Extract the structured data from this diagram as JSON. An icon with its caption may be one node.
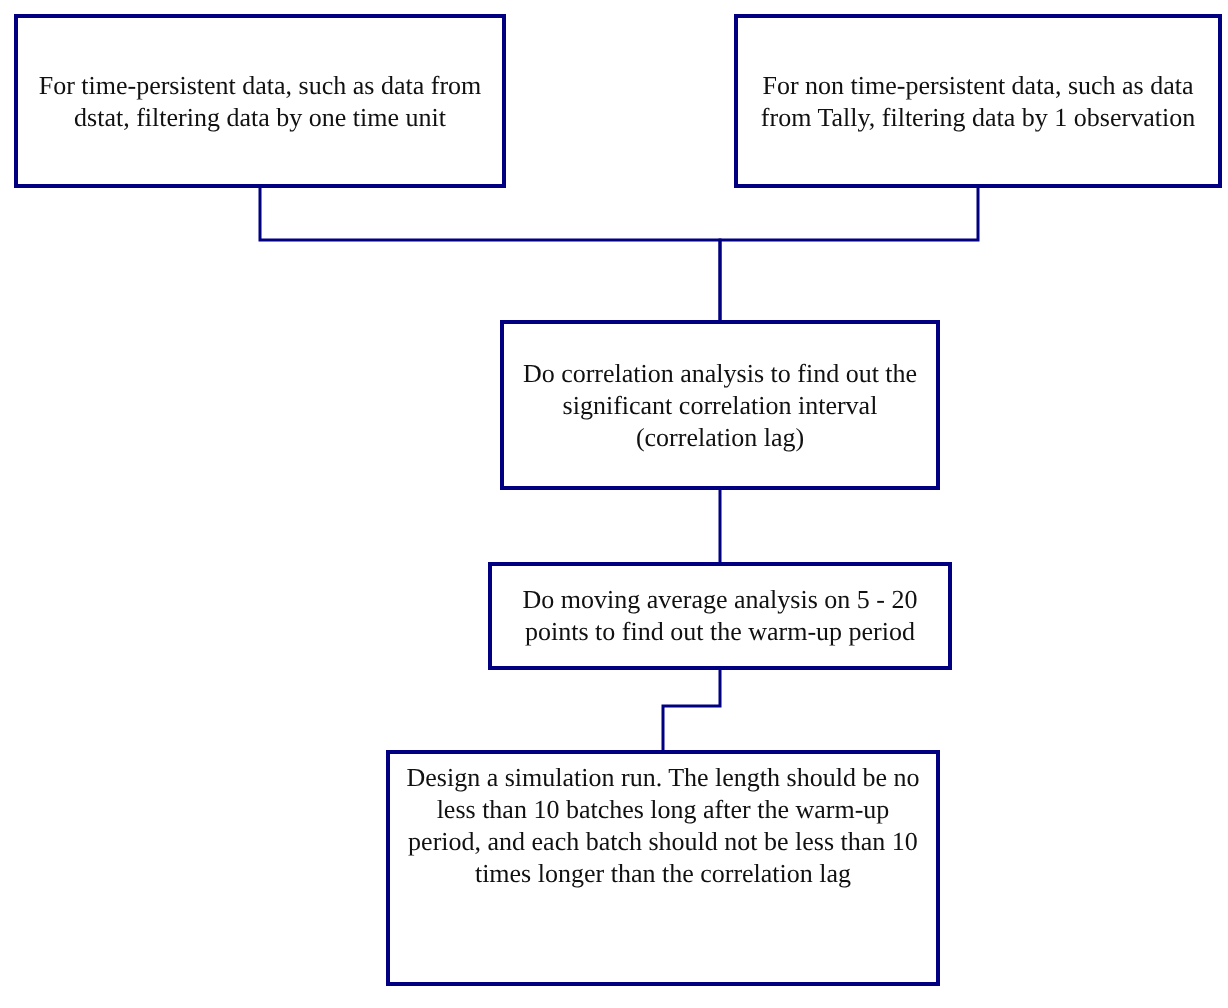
{
  "diagram": {
    "nodes": [
      {
        "text": [
          "For time-persistent data, such as data from dstat, filtering data by one time unit"
        ]
      },
      {
        "text": [
          "For non time-persistent data, such as data from Tally, filtering data by 1 observation"
        ]
      },
      {
        "text": [
          "Do correlation analysis to find out the significant correlation interval (correlation lag)"
        ]
      },
      {
        "text": [
          "Do moving average analysis on 5 - 20 points to find out the warm-up period"
        ]
      },
      {
        "text": [
          "Design a simulation run. The length should be no less than 10 batches long after the warm-up period, and each batch should not be less than 10 times longer than the correlation lag"
        ]
      }
    ],
    "edges": [
      {
        "from": 0,
        "to": 2,
        "arrow": "none"
      },
      {
        "from": 1,
        "to": 2,
        "arrow": "none"
      },
      {
        "from": 2,
        "to": 3,
        "arrow": "none"
      },
      {
        "from": 3,
        "to": 4,
        "arrow": "none"
      }
    ]
  }
}
